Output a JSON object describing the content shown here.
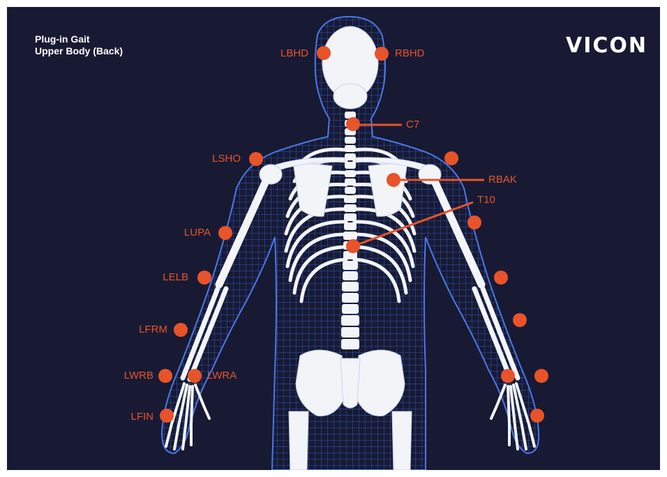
{
  "title": {
    "line1": "Plug-in Gait",
    "line2": "Upper Body (Back)"
  },
  "logo_text": "VICON",
  "colors": {
    "background": "#181a33",
    "mesh": "#2f58c8",
    "skeleton": "#ffffff",
    "marker": "#e8532a",
    "label": "#e8532a",
    "title": "#ffffff"
  },
  "labels": {
    "lbhd": "LBHD",
    "rbhd": "RBHD",
    "c7": "C7",
    "lsho": "LSHO",
    "rbak": "RBAK",
    "t10": "T10",
    "lupa": "LUPA",
    "lelb": "LELB",
    "lfrm": "LFRM",
    "lwrb": "LWRB",
    "lwra": "LWRA",
    "lfin": "LFIN"
  }
}
